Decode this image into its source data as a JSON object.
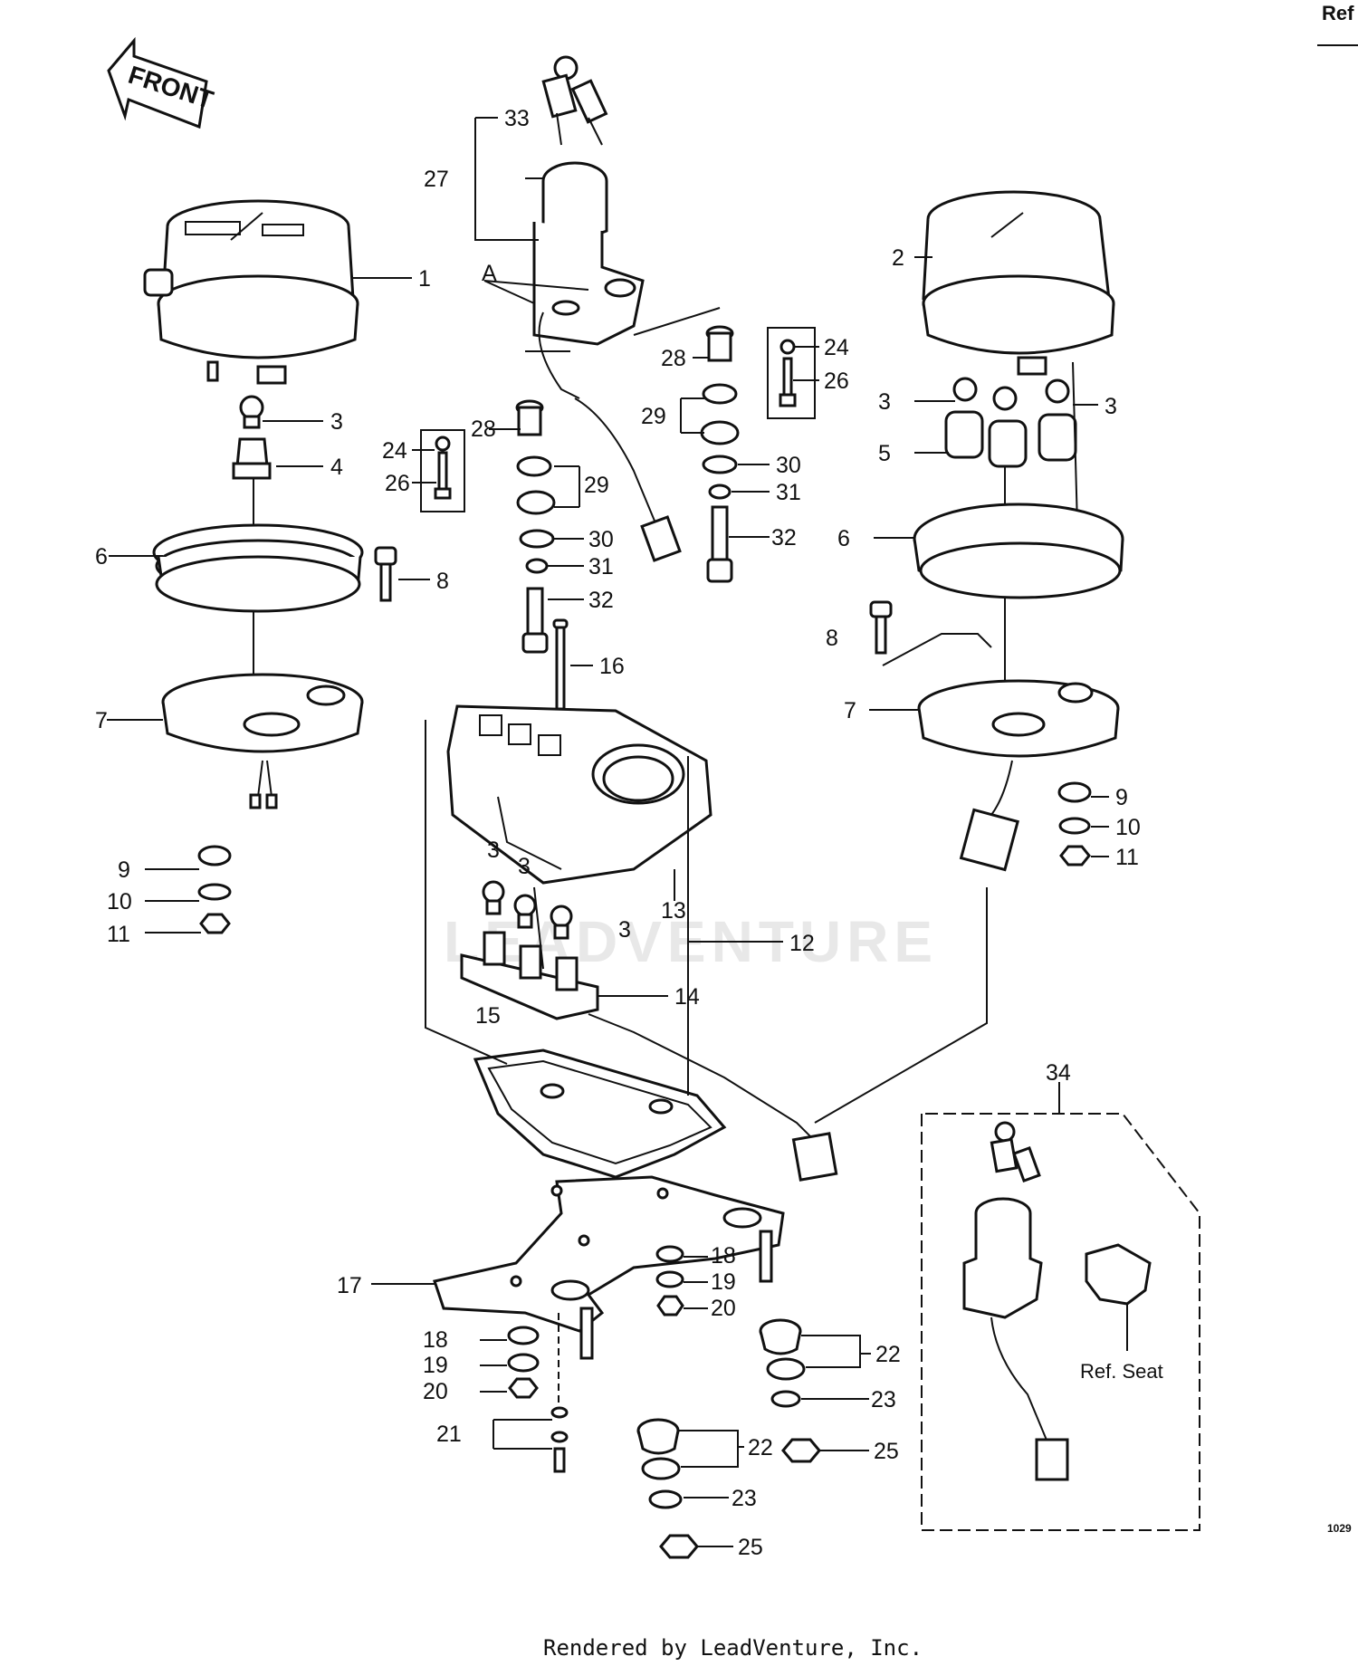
{
  "header": {
    "corner_ref": "Ref"
  },
  "front_arrow": {
    "text": "FRONT"
  },
  "watermark": {
    "text": "LEADVENTURE"
  },
  "labels": {
    "p1": "1",
    "p2": "2",
    "p3a": "3",
    "p3b": "3",
    "p3c": "3",
    "p3d": "3",
    "p3e": "3",
    "p3f": "3",
    "p4": "4",
    "p5": "5",
    "p6a": "6",
    "p6b": "6",
    "p7a": "7",
    "p7b": "7",
    "p8a": "8",
    "p8b": "8",
    "p9a": "9",
    "p9b": "9",
    "p10a": "10",
    "p10b": "10",
    "p11a": "11",
    "p11b": "11",
    "p12": "12",
    "p13": "13",
    "p14": "14",
    "p15": "15",
    "p16": "16",
    "p17": "17",
    "p18a": "18",
    "p18b": "18",
    "p19a": "19",
    "p19b": "19",
    "p20a": "20",
    "p20b": "20",
    "p21": "21",
    "p22a": "22",
    "p22b": "22",
    "p23a": "23",
    "p23b": "23",
    "p24a": "24",
    "p24b": "24",
    "p25a": "25",
    "p25b": "25",
    "p26a": "26",
    "p26b": "26",
    "p27": "27",
    "p28a": "28",
    "p28b": "28",
    "p29a": "29",
    "p29b": "29",
    "p30a": "30",
    "p30b": "30",
    "p31a": "31",
    "p31b": "31",
    "p32a": "32",
    "p32b": "32",
    "p33": "33",
    "p34": "34",
    "pA": "A"
  },
  "ref_seat": {
    "text": "Ref. Seat"
  },
  "page_code": {
    "text": "1029"
  },
  "footer": {
    "text": "Rendered by LeadVenture, Inc."
  }
}
